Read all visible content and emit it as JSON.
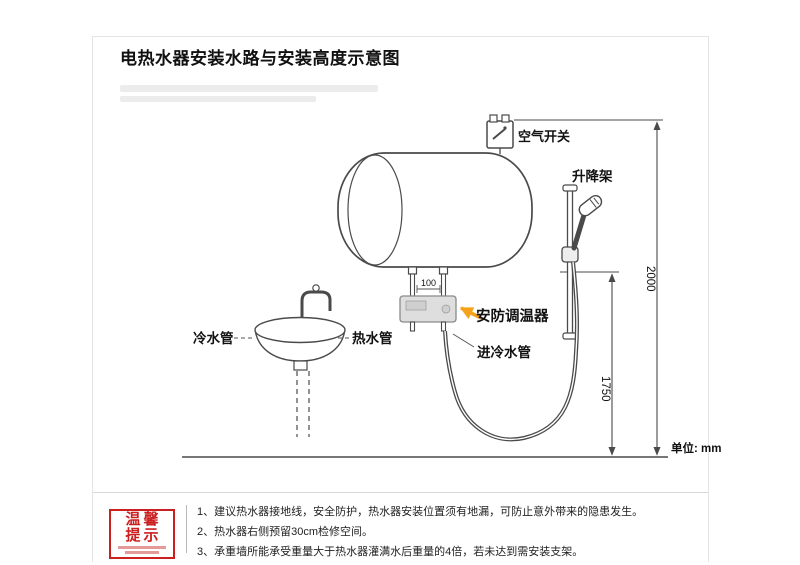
{
  "title": "电热水器安装水路与安装高度示意图",
  "diagram": {
    "labels": {
      "air_switch": "空气开关",
      "lift_rack": "升降架",
      "thermostat": "安防调温器",
      "cold_pipe": "冷水管",
      "hot_pipe": "热水管",
      "cold_inlet_pipe": "进冷水管",
      "unit": "单位: mm"
    },
    "dimensions": {
      "wall_height": "2000",
      "heater_bottom_height": "1750",
      "pipe_spacing": "100"
    },
    "colors": {
      "line": "#4a4a4a",
      "arrow_orange": "#f5a31a",
      "tip_red": "#cc2020"
    }
  },
  "tips": {
    "box_title": [
      "温馨",
      "提示"
    ],
    "items": [
      "1、建议热水器接地线，安全防护，热水器安装位置须有地漏，可防止意外带来的隐患发生。",
      "2、热水器右侧预留30cm检修空间。",
      "3、承重墙所能承受重量大于热水器灌满水后重量的4倍，若未达到需安装支架。"
    ]
  }
}
